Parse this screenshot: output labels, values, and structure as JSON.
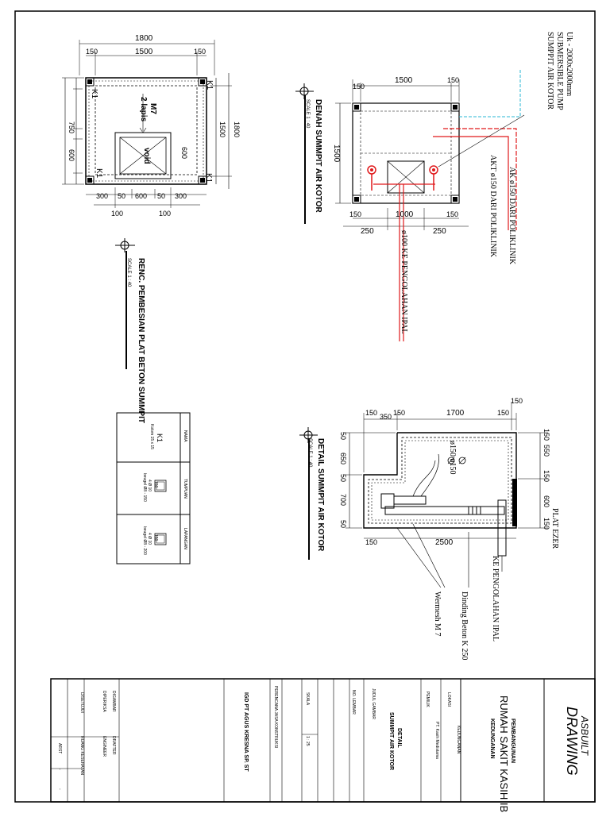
{
  "plan_plate": {
    "title": "RENC. PEMBESIAN PLAT BETON SUMMPIT",
    "scale": "SCALE  1 : 40",
    "dims": {
      "overall": "1800",
      "inner": "1500",
      "edge": "150",
      "col50": "50",
      "d750": "750",
      "d100": "100",
      "d600": "600",
      "d300": "300",
      "d1500": "1500",
      "d1800": "1800"
    },
    "labels": {
      "k1": "K1",
      "m7": "M7",
      "m7b": "2 lapis",
      "void": "void"
    }
  },
  "denah": {
    "title": "DENAH SUMMPIT AIR KOTOR",
    "scale": "SCALE 1 : 40",
    "dims": {
      "d1500": "1500",
      "d150": "150",
      "d1000": "1000",
      "d250": "250"
    },
    "notes": {
      "pump1": "SUMPPIT AIR KOTOR",
      "pump2": "SUBMERSIBLE PUMP",
      "pump3": "Uk - 2000x2000mm",
      "ak": "AK ø150 DARI POLIKLINIK",
      "akt": "AKT ø150 DARI POLIKLINIK",
      "ipal": "ø100 KE PENGOLAHAN IPAL"
    }
  },
  "detail": {
    "title": "DETAIL SUMMPIT AIR KOTOR",
    "scale": "SCALE 1 : 40",
    "dims": {
      "d150": "150",
      "d350": "350",
      "d1700": "1700",
      "d50": "50",
      "d650": "650",
      "d700": "700",
      "d550": "550",
      "d600": "600",
      "d2500": "2500"
    },
    "notes": {
      "pipe": "ø150 ø150",
      "plat": "PLAT EZER",
      "ipal": "KE PENGOLAHAN IPAL",
      "dinding": "Dinding Beton K 250",
      "wermes": "Wermesh M 7"
    }
  },
  "column_table": {
    "headers": [
      "NAMA",
      "TUMPUAN",
      "LAPANGAN"
    ],
    "name": "K1",
    "size": "Kolom 15 x 15",
    "t_dim": "150",
    "t_rebar": "4 Ø 10",
    "t_stirrup": "beugel Ø8 - 150",
    "l_dim": "150",
    "l_rebar": "4 Ø 10",
    "l_stirrup": "beugel Ø8 - 200"
  },
  "title_block": {
    "asbuilt": "ASBUILT",
    "drawing": "DRAWING",
    "pemb": "PEMBANGUNAN",
    "rs": "RUMAH SAKIT KASIH IBU",
    "kota": "KEDUNGANAN",
    "lokasi_lbl": "LOKASI",
    "lokasi": "KEDUNGANAN",
    "pemilik_lbl": "PEMILIK",
    "pemilik": "PT. Kasih Medistama",
    "judul_lbl": "JUDUL GAMBAR",
    "judul1": "DETAIL",
    "judul2": "SUMMPIT AIR KOTOR",
    "no_lbl": "NO. LEMBAR",
    "skala_lbl": "SKALA",
    "skala": "1 : 25",
    "perencana_lbl": "PERENCANA JASA KONSTRUKSI",
    "kontraktor": "IGD PT AGUS KRESNA SP. ST",
    "dibuat_lbl": "DIGAMBAR",
    "drafter": "DRAFTER",
    "diperiksa_lbl": "DIPERIKSA",
    "engineer": "ENGINEER",
    "disetujui_lbl": "DISETUJUI",
    "pm": "RUANG KESEHATAN",
    "arsitektur": "ARST",
    "dash1": "-",
    "dash2": "-"
  },
  "colors": {
    "pipe_red": "#e0191b",
    "pipe_cyan": "#2ab7d6",
    "line": "#000000"
  }
}
